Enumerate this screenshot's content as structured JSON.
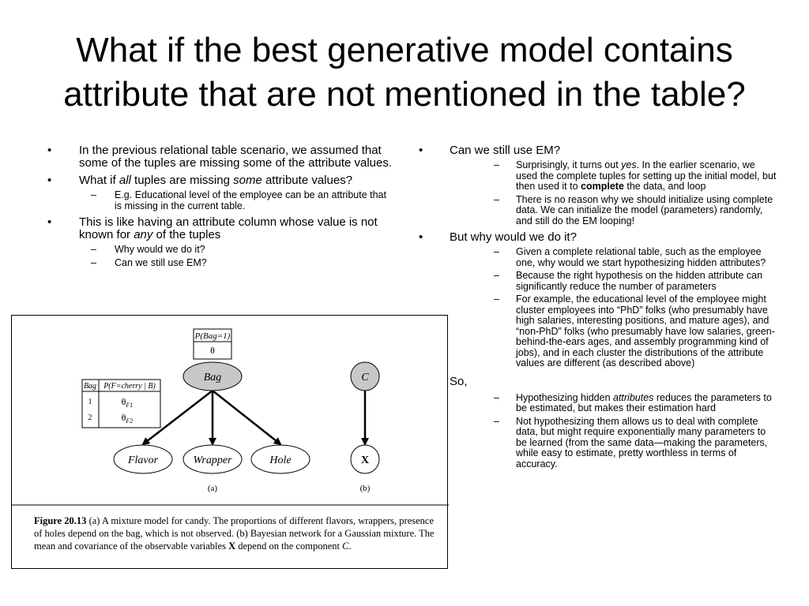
{
  "title": "What if the best generative model contains attribute that are not mentioned in the table?",
  "left": {
    "b1": "In the previous relational table scenario, we assumed that some of the tuples are missing some of the attribute values.",
    "b2": {
      "pre": "What if ",
      "em1": "all",
      "mid": " tuples are missing ",
      "em2": "some",
      "post": " attribute values?"
    },
    "b2_sub1": "E.g. Educational level of the employee can be an attribute that is missing in the current table.",
    "b3": {
      "pre": "This is like having an attribute column whose value is not known for ",
      "em": "any",
      "post": "  of the tuples"
    },
    "b3_sub1": "Why would we do it?",
    "b3_sub2": "Can we still use EM?"
  },
  "right": {
    "b1": "Can we still use EM?",
    "b1_sub1": {
      "pre": "Surprisingly, it turns out ",
      "em": "yes",
      "mid": ". In the earlier scenario, we used the complete tuples for setting up the initial model, but then used it to ",
      "strong": "complete",
      "post": " the data, and loop"
    },
    "b1_sub2": "There is no reason why we should initialize using complete data. We can initialize the model (parameters) randomly, and still do the EM looping!",
    "b2": "But why would we do it?",
    "b2_sub1": "Given a complete relational table, such as the employee one, why would we start hypothesizing hidden attributes?",
    "b2_sub2": "Because the right hypothesis on the hidden attribute can significantly reduce the number of parameters",
    "b2_sub3": "For example, the educational level of the employee might cluster employees into “PhD” folks (who presumably have high salaries, interesting positions, and mature ages), and “non-PhD” folks (who presumably have low salaries, green-behind-the-ears ages, and assembly programming kind of jobs), and in each cluster the distributions of the attribute values are different (as described above)",
    "b3": "So,",
    "b3_sub1": {
      "pre": "Hypothesizing hidden ",
      "em": "attributes",
      "post": " reduces the parameters to be estimated, but makes their estimation hard"
    },
    "b3_sub2": "Not hypothesizing them allows us to deal with complete data, but might require exponentially  many parameters to be learned (from the same data—making the parameters, while easy to estimate, pretty worthless in terms of accuracy."
  },
  "figure": {
    "top_table_header": "P(Bag=1)",
    "top_table_value": "θ",
    "side_table_col1": "Bag",
    "side_table_col2": "P(F=cherry | B)",
    "side_rows": [
      {
        "bag": "1",
        "theta": "θ",
        "sub": "F1"
      },
      {
        "bag": "2",
        "theta": "θ",
        "sub": "F2"
      }
    ],
    "nodes": {
      "bag": "Bag",
      "flavor": "Flavor",
      "wrapper": "Wrapper",
      "hole": "Hole",
      "c": "C",
      "x": "X"
    },
    "label_a": "(a)",
    "label_b": "(b)",
    "caption": {
      "label": "Figure 20.13",
      "text1": "   (a) A mixture model for candy.  The proportions of different flavors, wrappers, presence of holes depend on the bag, which is not observed.  (b) Bayesian network for a Gaussian mixture.  The mean and covariance of the observable variables ",
      "bold_x": "X",
      "text2": " depend on the component ",
      "em_c": "C",
      "text3": "."
    }
  }
}
